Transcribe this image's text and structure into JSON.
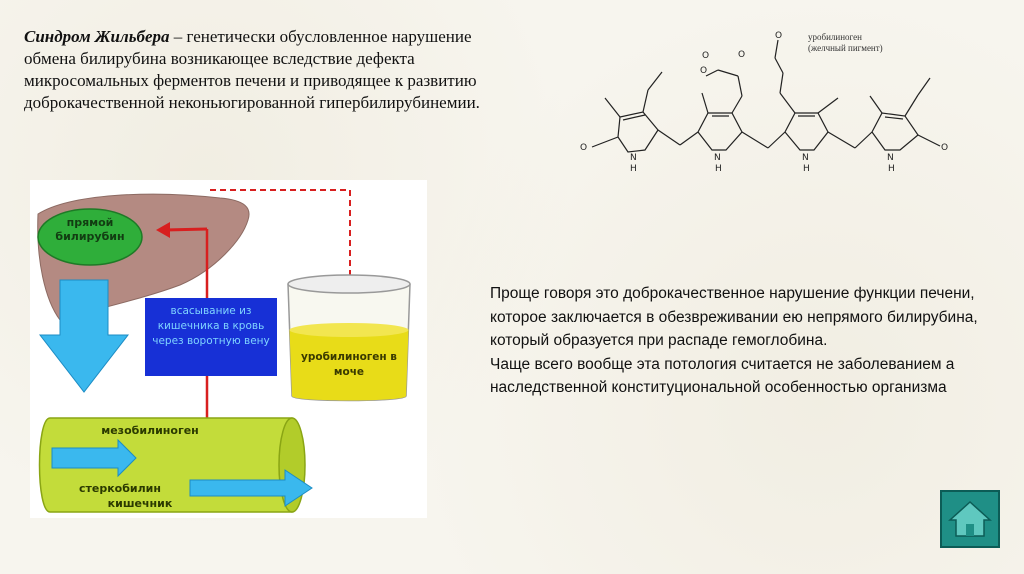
{
  "intro": {
    "term": "Синдром Жильбера",
    "dash": " – ",
    "definition": "генетически обусловленное нарушение обмена билирубина возникающее вследствие дефекта микросомальных ферментов печени и приводящее к развитию доброкачественной неконьюгированной гипербилирубинемии."
  },
  "molecule": {
    "label_line1": "уробилиноген",
    "label_line2": "(желчный пигмент)",
    "atoms": [
      "O",
      "H",
      "N",
      "O",
      "O",
      "O",
      "O",
      "O",
      "N",
      "H",
      "N",
      "H",
      "N",
      "H"
    ]
  },
  "diagram": {
    "direct_bilirubin": "прямой билирубин",
    "absorption": "всасывание из кишечника в кровь через воротную вену",
    "urobilinogen_urine": "уробилиноген в моче",
    "mesobilinogen": "мезобилиноген",
    "stercobilin": "стеркобилин",
    "intestine": "кишечник"
  },
  "explanation": {
    "p1": "Проще говоря это доброкачественное нарушение функции печени, которое заключается в обезвреживании ею непрямого  билирубина, который образуется при распаде гемоглобина.",
    "p2": "Чаще всего вообще эта потология считается не заболеванием а наследственной конституциональной особенностью организма"
  },
  "colors": {
    "liver": "#b48a82",
    "green_oval": "#2fae3a",
    "blue_box": "#1730d6",
    "yellow_liquid": "#e8dc18",
    "arrow_blue": "#3ab8ee",
    "red_line": "#d81f1f",
    "intestine": "#c3dc3a",
    "home_button": "#1f8f86"
  },
  "icons": {
    "home": "home-icon"
  }
}
